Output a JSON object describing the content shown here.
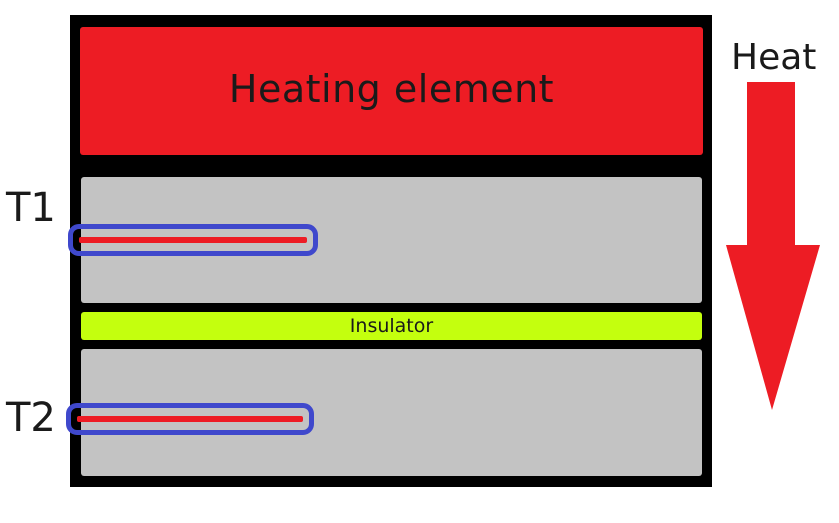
{
  "heating_element": {
    "label": "Heating element"
  },
  "insulator": {
    "label": "Insulator"
  },
  "sensors": [
    {
      "label": "T1"
    },
    {
      "label": "T2"
    }
  ],
  "heat_arrow": {
    "label": "Heat",
    "direction": "down"
  },
  "colors": {
    "frame": "#000000",
    "heater": "#ed1c24",
    "sample": "#c3c3c3",
    "insulator": "#c4ff0e",
    "probe_outline": "#3f48cc",
    "probe_core": "#ed1c24",
    "arrow": "#ed1c24"
  }
}
